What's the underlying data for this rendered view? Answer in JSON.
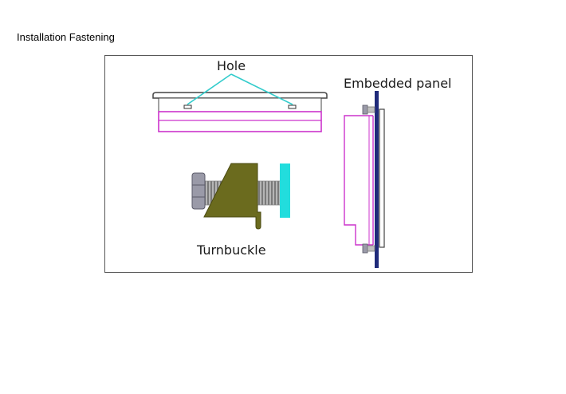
{
  "page": {
    "heading": "Installation Fastening"
  },
  "diagram": {
    "labels": {
      "hole": "Hole",
      "embedded_panel": "Embedded panel",
      "turnbuckle": "Turnbuckle"
    },
    "colors": {
      "frame_outline": "#555555",
      "bezel_outline": "#444444",
      "housing_magenta": "#cc33cc",
      "hole_leader_cyan": "#33cccc",
      "clamp_olive": "#6b6b1e",
      "clamp_stroke": "#4a4a10",
      "screw_grey": "#a0a0a0",
      "nut_grey": "#9a9aa8",
      "pad_cyan": "#22dddd",
      "panel_navy": "#1f2a7a"
    }
  }
}
